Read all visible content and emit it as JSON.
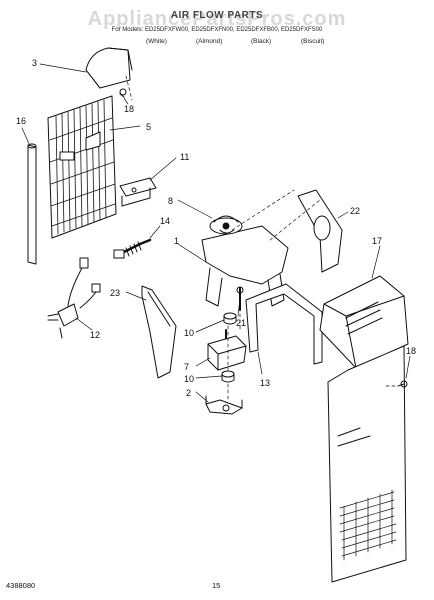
{
  "header": {
    "watermark": "AppliancePartsPros.com",
    "title": "AIR FLOW PARTS",
    "models": "For Models: ED25DFXFW00, ED25DFXFN00, ED25DFXFB00, ED25DFXFS00",
    "colors": [
      "(White)",
      "(Almond)",
      "(Black)",
      "(Biscuit)"
    ]
  },
  "callouts": [
    "3",
    "18",
    "16",
    "5",
    "11",
    "8",
    "14",
    "22",
    "17",
    "1",
    "23",
    "12",
    "21",
    "10",
    "7",
    "10",
    "2",
    "13",
    "18"
  ],
  "footer": {
    "part_number": "4388080",
    "page": "15"
  }
}
